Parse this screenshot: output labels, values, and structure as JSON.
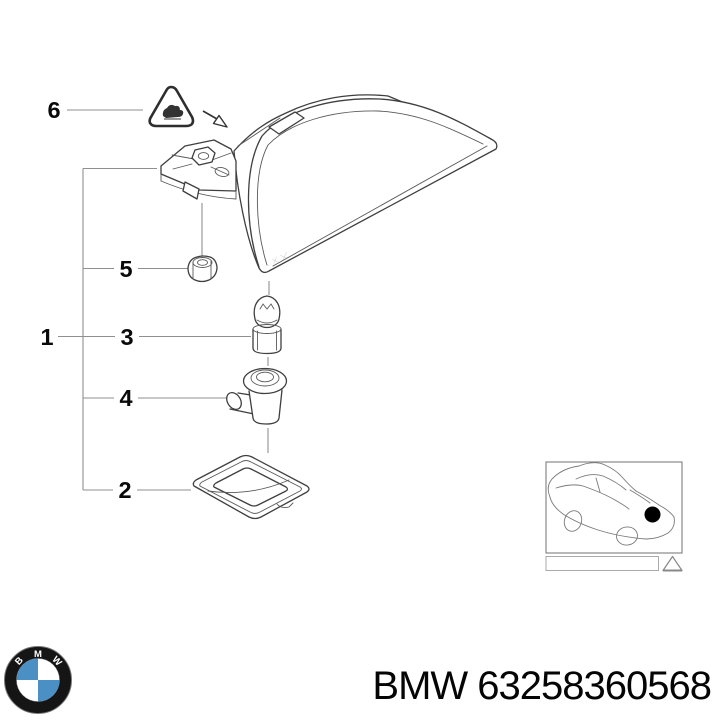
{
  "diagram": {
    "callouts": [
      {
        "label": "1"
      },
      {
        "label": "2"
      },
      {
        "label": "3"
      },
      {
        "label": "4"
      },
      {
        "label": "5"
      },
      {
        "label": "6"
      }
    ]
  },
  "footer": {
    "caption": "BMW 63258360568",
    "logo_letters": [
      "B",
      "M",
      "W"
    ]
  },
  "icons": {
    "warning_triangle_icon": "rounded triangle outline with crush-hazard pictogram",
    "direction_arrow_icon": "hollow open arrowhead pointing at lamp",
    "location_dot_icon": "filled black circle marking lamp position on car",
    "hazard_triangle_icon": "small outlined triangle beside note strip",
    "bmw_roundel_icon": "black ring with blue and white quartered center"
  },
  "colors": {
    "background": "#ffffff",
    "callout_line": "#8f8f8f",
    "part_outline": "#3f3f3f",
    "label_text": "#0a0a0a",
    "caption_text": "#050505",
    "bmw_blue": "#4b90c4",
    "location_dot": "#000000"
  }
}
